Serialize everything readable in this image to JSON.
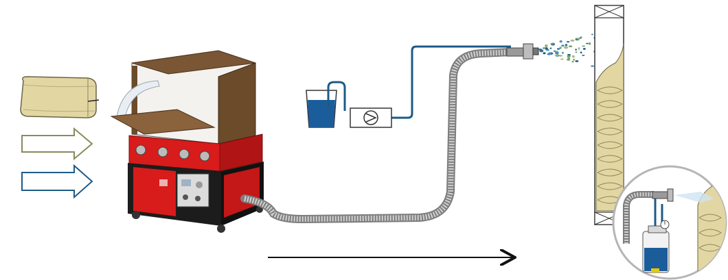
{
  "diagram": {
    "description_free": true,
    "nodes": [
      {
        "id": "insulation-bale",
        "icon": "bale-icon"
      },
      {
        "id": "material-input-arrow",
        "icon": "hollow-arrow-icon",
        "color": "#8a8a5e"
      },
      {
        "id": "water-input-arrow",
        "icon": "hollow-arrow-icon",
        "color": "#1e5a86"
      },
      {
        "id": "blowing-machine",
        "icon": "machine-icon",
        "color": "#d81b1b"
      },
      {
        "id": "water-glass",
        "icon": "glass-icon",
        "color": "#1b5d9b"
      },
      {
        "id": "water-pump",
        "icon": "pump-icon"
      },
      {
        "id": "spray-nozzle",
        "icon": "nozzle-icon"
      },
      {
        "id": "wall-section",
        "icon": "wall-icon"
      },
      {
        "id": "detail-inset",
        "icon": "magnifier-inset-icon"
      },
      {
        "id": "process-arrow",
        "icon": "long-arrow-icon",
        "color": "#111111"
      }
    ],
    "colors": {
      "machine_red": "#d81b1b",
      "machine_brown": "#6b4b2a",
      "water_blue": "#1b5d9b",
      "pipe_blue": "#1e5a86",
      "insulation_fill": "#e2d7a3",
      "hose_grey": "#9a9a9a"
    }
  }
}
